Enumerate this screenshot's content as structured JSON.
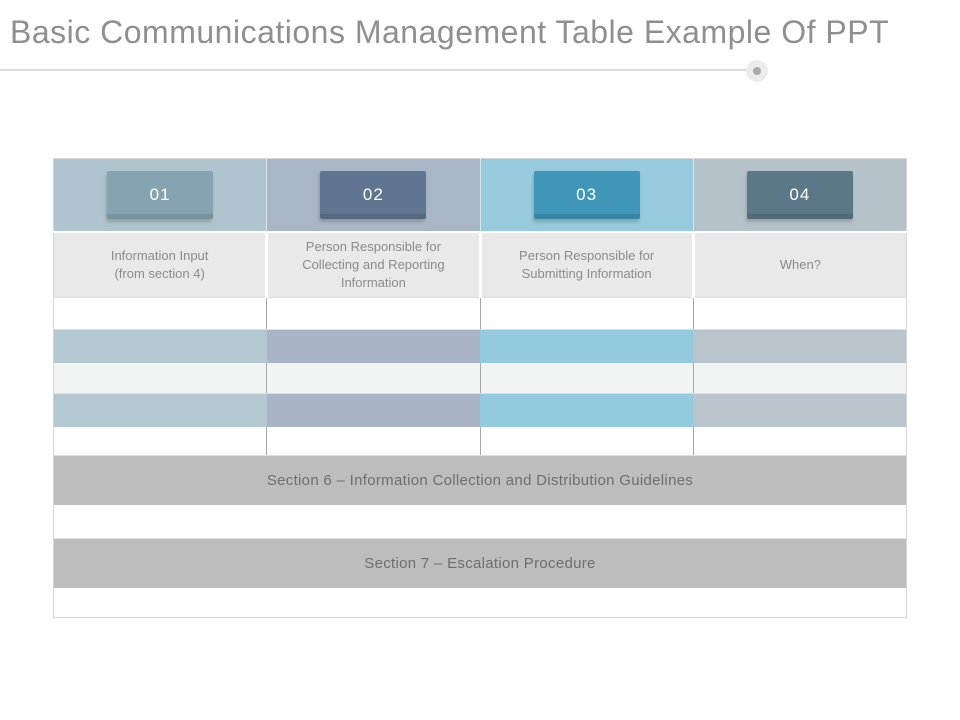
{
  "slide": {
    "title": "Basic Communications Management Table Example Of PPT"
  },
  "table": {
    "columns": [
      {
        "number": "01",
        "header": "Information Input\n(from section 4)",
        "band_color": "#afc4cf",
        "badge_color": "#86a3b2",
        "row_color": "#b4c8d2"
      },
      {
        "number": "02",
        "header": "Person Responsible for\nCollecting and Reporting\nInformation",
        "band_color": "#a9b6c6",
        "badge_color": "#5f7590",
        "row_color": "#a9b5c7"
      },
      {
        "number": "03",
        "header": "Person Responsible for\nSubmitting Information",
        "band_color": "#97cadc",
        "badge_color": "#3f96b9",
        "row_color": "#93cade"
      },
      {
        "number": "04",
        "header": "When?",
        "band_color": "#b6c2ca",
        "badge_color": "#5c7888",
        "row_color": "#b9c4cc"
      }
    ],
    "section_rows": [
      "Section 6 – Information Collection and Distribution Guidelines",
      "Section 7 – Escalation Procedure"
    ]
  }
}
